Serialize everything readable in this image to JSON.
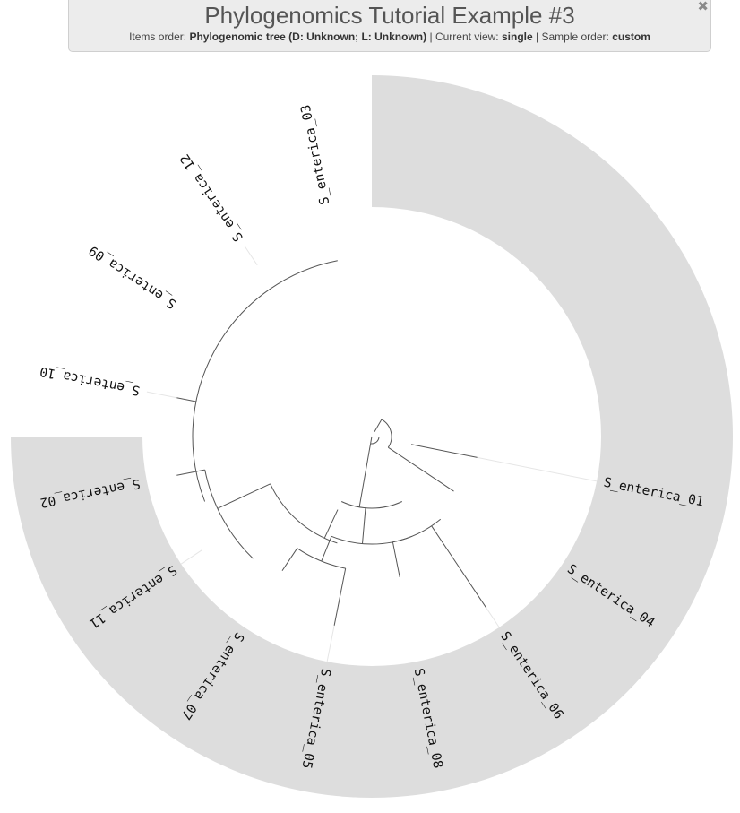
{
  "header": {
    "title": "Phylogenomics Tutorial Example #3",
    "items_order_label": "Items order:",
    "items_order_value": "Phylogenomic tree (D: Unknown; L: Unknown)",
    "current_view_label": "Current view:",
    "current_view_value": "single",
    "sample_order_label": "Sample order:",
    "sample_order_value": "custom",
    "separator": "|",
    "close_icon": "✖"
  },
  "tree": {
    "ring_color": "#dddddd",
    "branch_color": "#555555",
    "leaves": [
      "S_enterica_03",
      "S_enterica_12",
      "S_enterica_09",
      "S_enterica_10",
      "S_enterica_02",
      "S_enterica_11",
      "S_enterica_07",
      "S_enterica_05",
      "S_enterica_08",
      "S_enterica_06",
      "S_enterica_04",
      "S_enterica_01"
    ]
  }
}
